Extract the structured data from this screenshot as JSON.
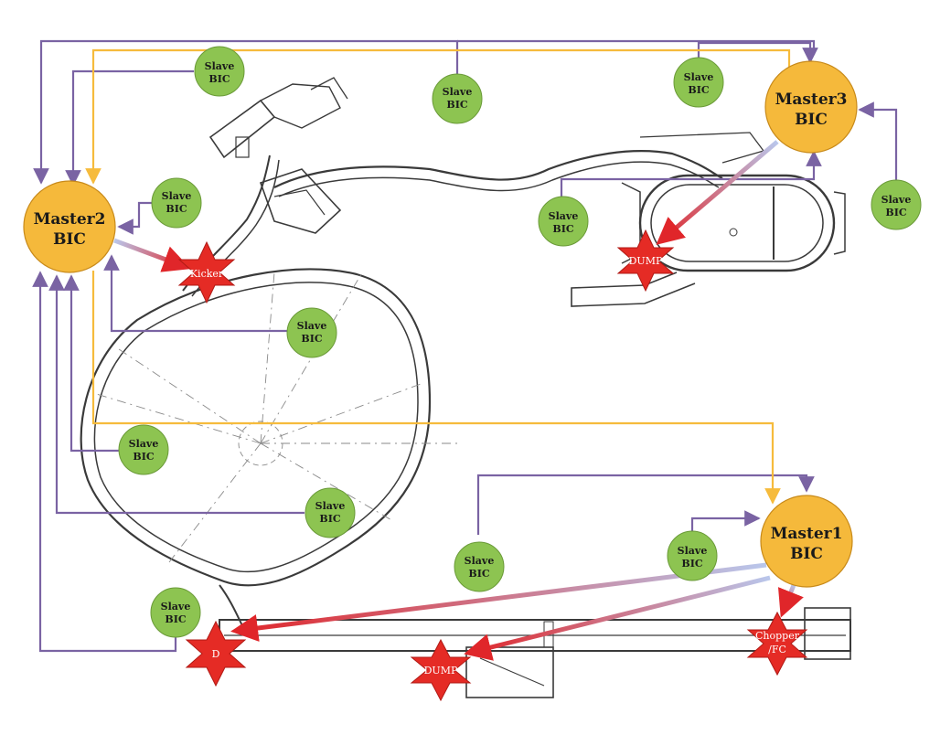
{
  "diagram": {
    "masters": [
      {
        "id": "master2",
        "line1": "Master2",
        "line2": "BIC"
      },
      {
        "id": "master3",
        "line1": "Master3",
        "line2": "BIC"
      },
      {
        "id": "master1",
        "line1": "Master1",
        "line2": "BIC"
      }
    ],
    "slaves": [
      {
        "line1": "Slave",
        "line2": "BIC"
      },
      {
        "line1": "Slave",
        "line2": "BIC"
      },
      {
        "line1": "Slave",
        "line2": "BIC"
      },
      {
        "line1": "Slave",
        "line2": "BIC"
      },
      {
        "line1": "Slave",
        "line2": "BIC"
      },
      {
        "line1": "Slave",
        "line2": "BIC"
      },
      {
        "line1": "Slave",
        "line2": "BIC"
      },
      {
        "line1": "Slave",
        "line2": "BIC"
      },
      {
        "line1": "Slave",
        "line2": "BIC"
      },
      {
        "line1": "Slave",
        "line2": "BIC"
      },
      {
        "line1": "Slave",
        "line2": "BIC"
      },
      {
        "line1": "Slave",
        "line2": "BIC"
      }
    ],
    "stars": [
      {
        "line1": "Kicker",
        "line2": ""
      },
      {
        "line1": "DUMP",
        "line2": ""
      },
      {
        "line1": "D",
        "line2": ""
      },
      {
        "line1": "DUMP",
        "line2": ""
      },
      {
        "line1": "Chopper",
        "line2": "/FC"
      }
    ],
    "colors": {
      "master_fill": "#f5b93b",
      "master_stroke": "#c88a1a",
      "slave_fill": "#8dc451",
      "slave_stroke": "#6a9a38",
      "star_fill": "#e52b25",
      "star_stroke": "#b01a15",
      "purple_link": "#7a63a3",
      "orange_link": "#f6bb3c",
      "trigger_start": "#b9c7ec",
      "trigger_end": "#e0262a",
      "drawing": "#3a3a3a"
    }
  }
}
